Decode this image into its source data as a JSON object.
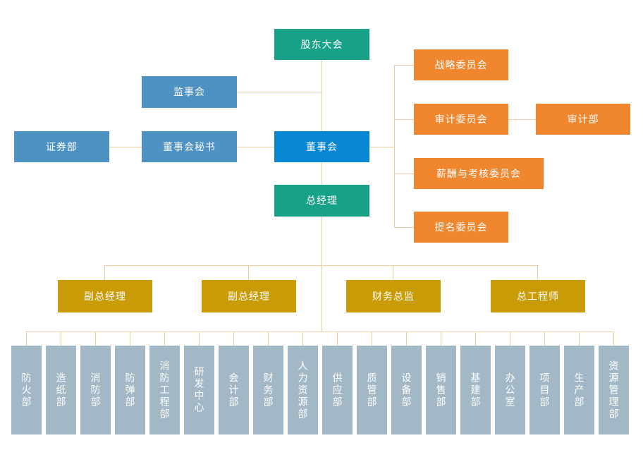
{
  "colors": {
    "teal": "#17a287",
    "blue": "#4d92c3",
    "bright_blue": "#0987d3",
    "orange": "#f0862e",
    "gold": "#c99c07",
    "slate": "#a2b8c6",
    "connector": "#eacba6"
  },
  "nodes": {
    "shareholders_meeting": {
      "label": "股东大会"
    },
    "supervisory_board": {
      "label": "监事会"
    },
    "securities_dept": {
      "label": "证券部"
    },
    "board_secretary": {
      "label": "董事会秘书"
    },
    "board_of_directors": {
      "label": "董事会"
    },
    "general_manager": {
      "label": "总经理"
    },
    "strategy_committee": {
      "label": "战略委员会"
    },
    "audit_committee": {
      "label": "审计委员会"
    },
    "audit_dept": {
      "label": "审计部"
    },
    "compensation_committee": {
      "label": "薪酬与考核委员会"
    },
    "nomination_committee": {
      "label": "提名委员会"
    },
    "deputy_gm_1": {
      "label": "副总经理"
    },
    "deputy_gm_2": {
      "label": "副总经理"
    },
    "finance_director": {
      "label": "财务总监"
    },
    "chief_engineer": {
      "label": "总工程师"
    }
  },
  "departments": [
    {
      "label": "防火部"
    },
    {
      "label": "造纸部"
    },
    {
      "label": "消防部"
    },
    {
      "label": "防弹部"
    },
    {
      "label": "消防工程部"
    },
    {
      "label": "研发中心"
    },
    {
      "label": "会计部"
    },
    {
      "label": "财务部"
    },
    {
      "label": "人力资源部"
    },
    {
      "label": "供应部"
    },
    {
      "label": "质管部"
    },
    {
      "label": "设备部"
    },
    {
      "label": "销售部"
    },
    {
      "label": "基建部"
    },
    {
      "label": "办公室"
    },
    {
      "label": "项目部"
    },
    {
      "label": "生产部"
    },
    {
      "label": "资源管理部"
    }
  ]
}
